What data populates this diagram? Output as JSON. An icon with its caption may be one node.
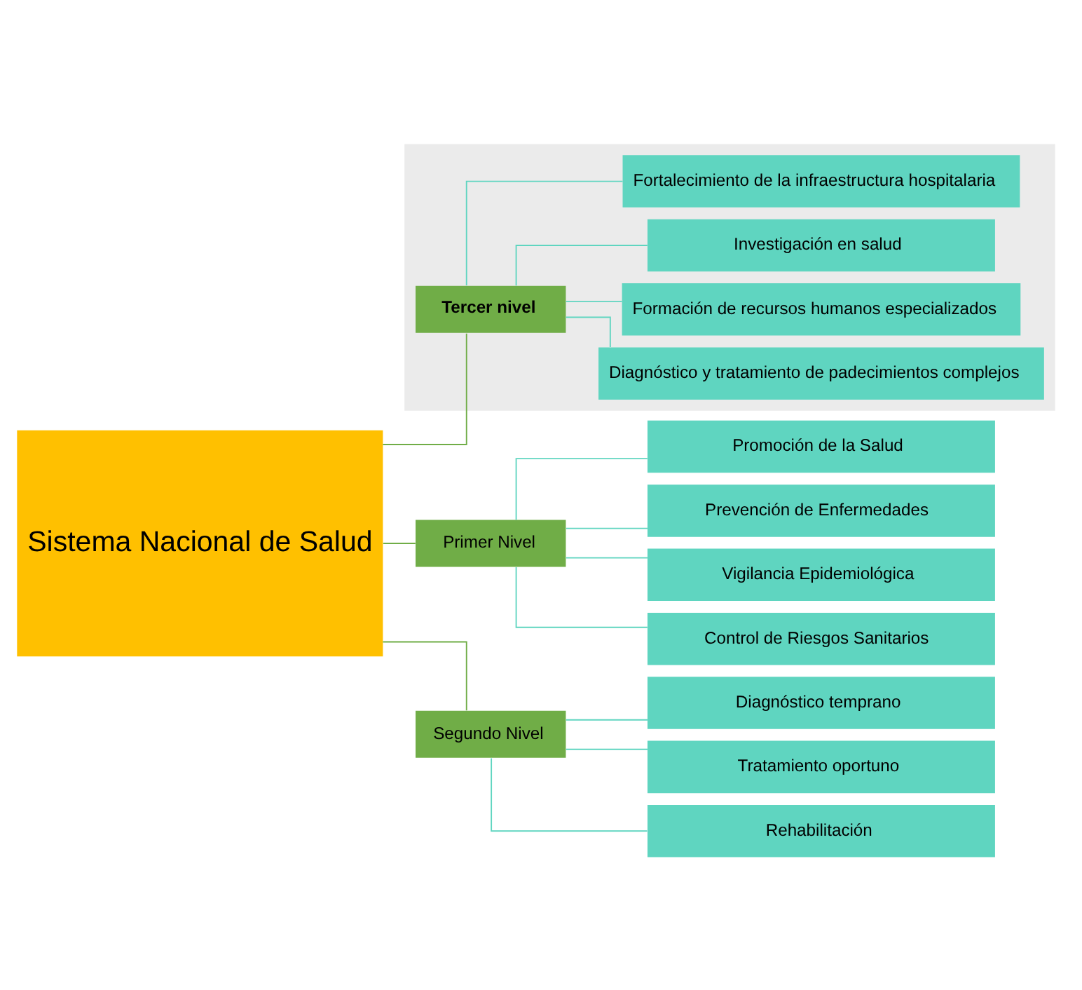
{
  "diagram": {
    "nodes": [
      {
        "text": [
          "Sistema Nacional de Salud"
        ]
      },
      {
        "text": [
          "Primer Nivel"
        ]
      },
      {
        "text": [
          "Promoción de la Salud"
        ]
      },
      {
        "text": [
          "Prevención de Enfermedades"
        ]
      },
      {
        "text": [
          "Vigilancia Epidemiológica"
        ]
      },
      {
        "text": [
          "Control de Riesgos Sanitarios"
        ]
      },
      {
        "text": [
          "Segundo Nivel"
        ]
      },
      {
        "text": [
          "Diagnóstico temprano"
        ]
      },
      {
        "text": [
          "Tratamiento oportuno"
        ]
      },
      {
        "text": [
          "Rehabilitación"
        ]
      },
      {
        "text": [],
        "shape": "box"
      },
      {
        "text": [
          "Tercer nivel"
        ],
        "in": 10
      },
      {
        "text": [
          "Diagnóstico y tratamiento de padecimientos complejos"
        ],
        "in": 10
      },
      {
        "text": [
          "Formación de recursos humanos especializados"
        ],
        "in": 10
      },
      {
        "text": [
          "Investigación en salud"
        ],
        "in": 10
      },
      {
        "text": [
          "Fortalecimiento de la infraestructura hospitalaria"
        ],
        "in": 10
      }
    ],
    "edges": [
      {
        "from": 0,
        "to": 1,
        "arrow": "none",
        "color": "#70ad47"
      },
      {
        "from": 0,
        "to": 6,
        "arrow": "none",
        "color": "#70ad47"
      },
      {
        "from": 0,
        "to": 11,
        "arrow": "none",
        "color": "#70ad47"
      },
      {
        "from": 1,
        "to": 2,
        "arrow": "none"
      },
      {
        "from": 1,
        "to": 3,
        "arrow": "none"
      },
      {
        "from": 1,
        "to": 4,
        "arrow": "none"
      },
      {
        "from": 1,
        "to": 5,
        "arrow": "none"
      },
      {
        "from": 6,
        "to": 7,
        "arrow": "none"
      },
      {
        "from": 6,
        "to": 8,
        "arrow": "none"
      },
      {
        "from": 6,
        "to": 9,
        "arrow": "none"
      },
      {
        "from": 11,
        "to": 12,
        "arrow": "none"
      },
      {
        "from": 11,
        "to": 13,
        "arrow": "none"
      },
      {
        "from": 11,
        "to": 14,
        "arrow": "none"
      },
      {
        "from": 11,
        "to": 15,
        "arrow": "none"
      }
    ]
  }
}
